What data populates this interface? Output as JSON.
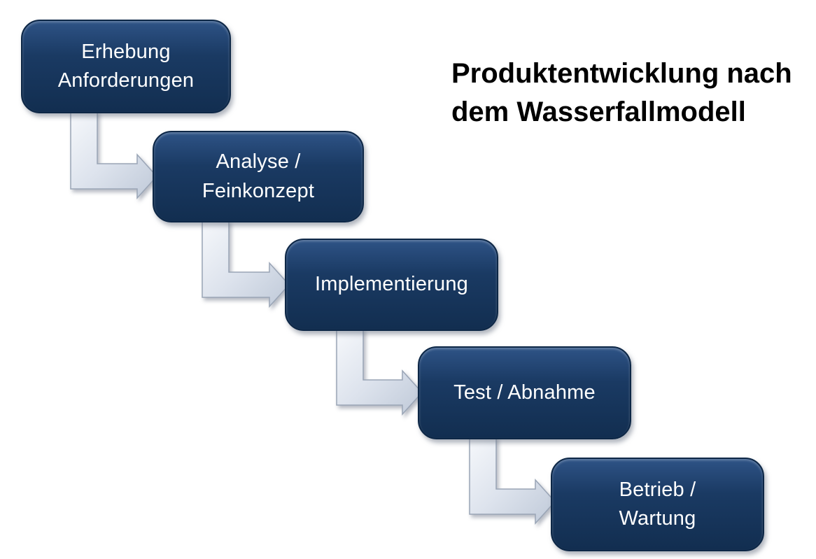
{
  "title": {
    "text": "Produktentwicklung nach dem Wasserfallmodell",
    "lines": [
      "Produktentwicklung nach",
      "dem Wasserfallmodell"
    ]
  },
  "diagram": {
    "type": "waterfall-process-flow",
    "direction": "top-left to bottom-right, each step cascades down and right",
    "nodes": [
      {
        "id": 1,
        "label": "Erhebung Anforderungen",
        "lines": [
          "Erhebung",
          "Anforderungen"
        ]
      },
      {
        "id": 2,
        "label": "Analyse / Feinkonzept",
        "lines": [
          "Analyse /",
          "Feinkonzept"
        ]
      },
      {
        "id": 3,
        "label": "Implementierung",
        "lines": [
          "Implementierung"
        ]
      },
      {
        "id": 4,
        "label": "Test / Abnahme",
        "lines": [
          "Test / Abnahme"
        ]
      },
      {
        "id": 5,
        "label": "Betrieb / Wartung",
        "lines": [
          "Betrieb /",
          "Wartung"
        ]
      }
    ],
    "connections": [
      {
        "from": "Erhebung Anforderungen",
        "to": "Analyse / Feinkonzept",
        "style": "elbow-arrow down-then-right"
      },
      {
        "from": "Analyse / Feinkonzept",
        "to": "Implementierung",
        "style": "elbow-arrow down-then-right"
      },
      {
        "from": "Implementierung",
        "to": "Test / Abnahme",
        "style": "elbow-arrow down-then-right"
      },
      {
        "from": "Test / Abnahme",
        "to": "Betrieb / Wartung",
        "style": "elbow-arrow down-then-right"
      }
    ]
  },
  "colors": {
    "background": "#ffffff",
    "node_fill": "#1a3a63",
    "node_fill_light": "#2e5386",
    "node_fill_dark": "#122e50",
    "node_border": "#0d2746",
    "node_text": "#ffffff",
    "arrow_fill_light": "#f6f8fb",
    "arrow_fill_mid": "#dde3ed",
    "arrow_fill_dark": "#bfc9d8",
    "arrow_stroke": "#9aa5b6",
    "title_color": "#000000"
  }
}
